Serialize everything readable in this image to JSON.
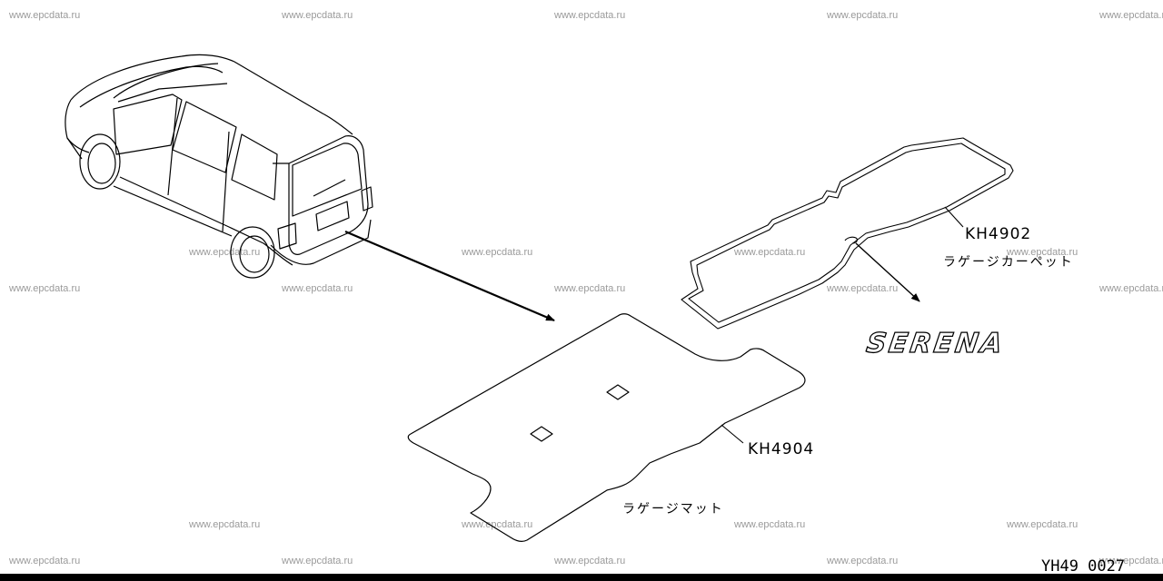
{
  "watermark": "www.epcdata.ru",
  "diagram_id": "YH49 0027",
  "emblem_text": "SERENA",
  "parts": {
    "carpet": {
      "code": "KH4902",
      "name": "ラゲージカーペット"
    },
    "mat": {
      "code": "KH4904",
      "name": "ラゲージマット"
    }
  },
  "icons": {
    "vehicle": "minivan-rear-view-icon",
    "arrow": "arrow-icon"
  },
  "colors": {
    "line": "#000000",
    "watermark": "#9a9a9a",
    "background": "#ffffff"
  }
}
